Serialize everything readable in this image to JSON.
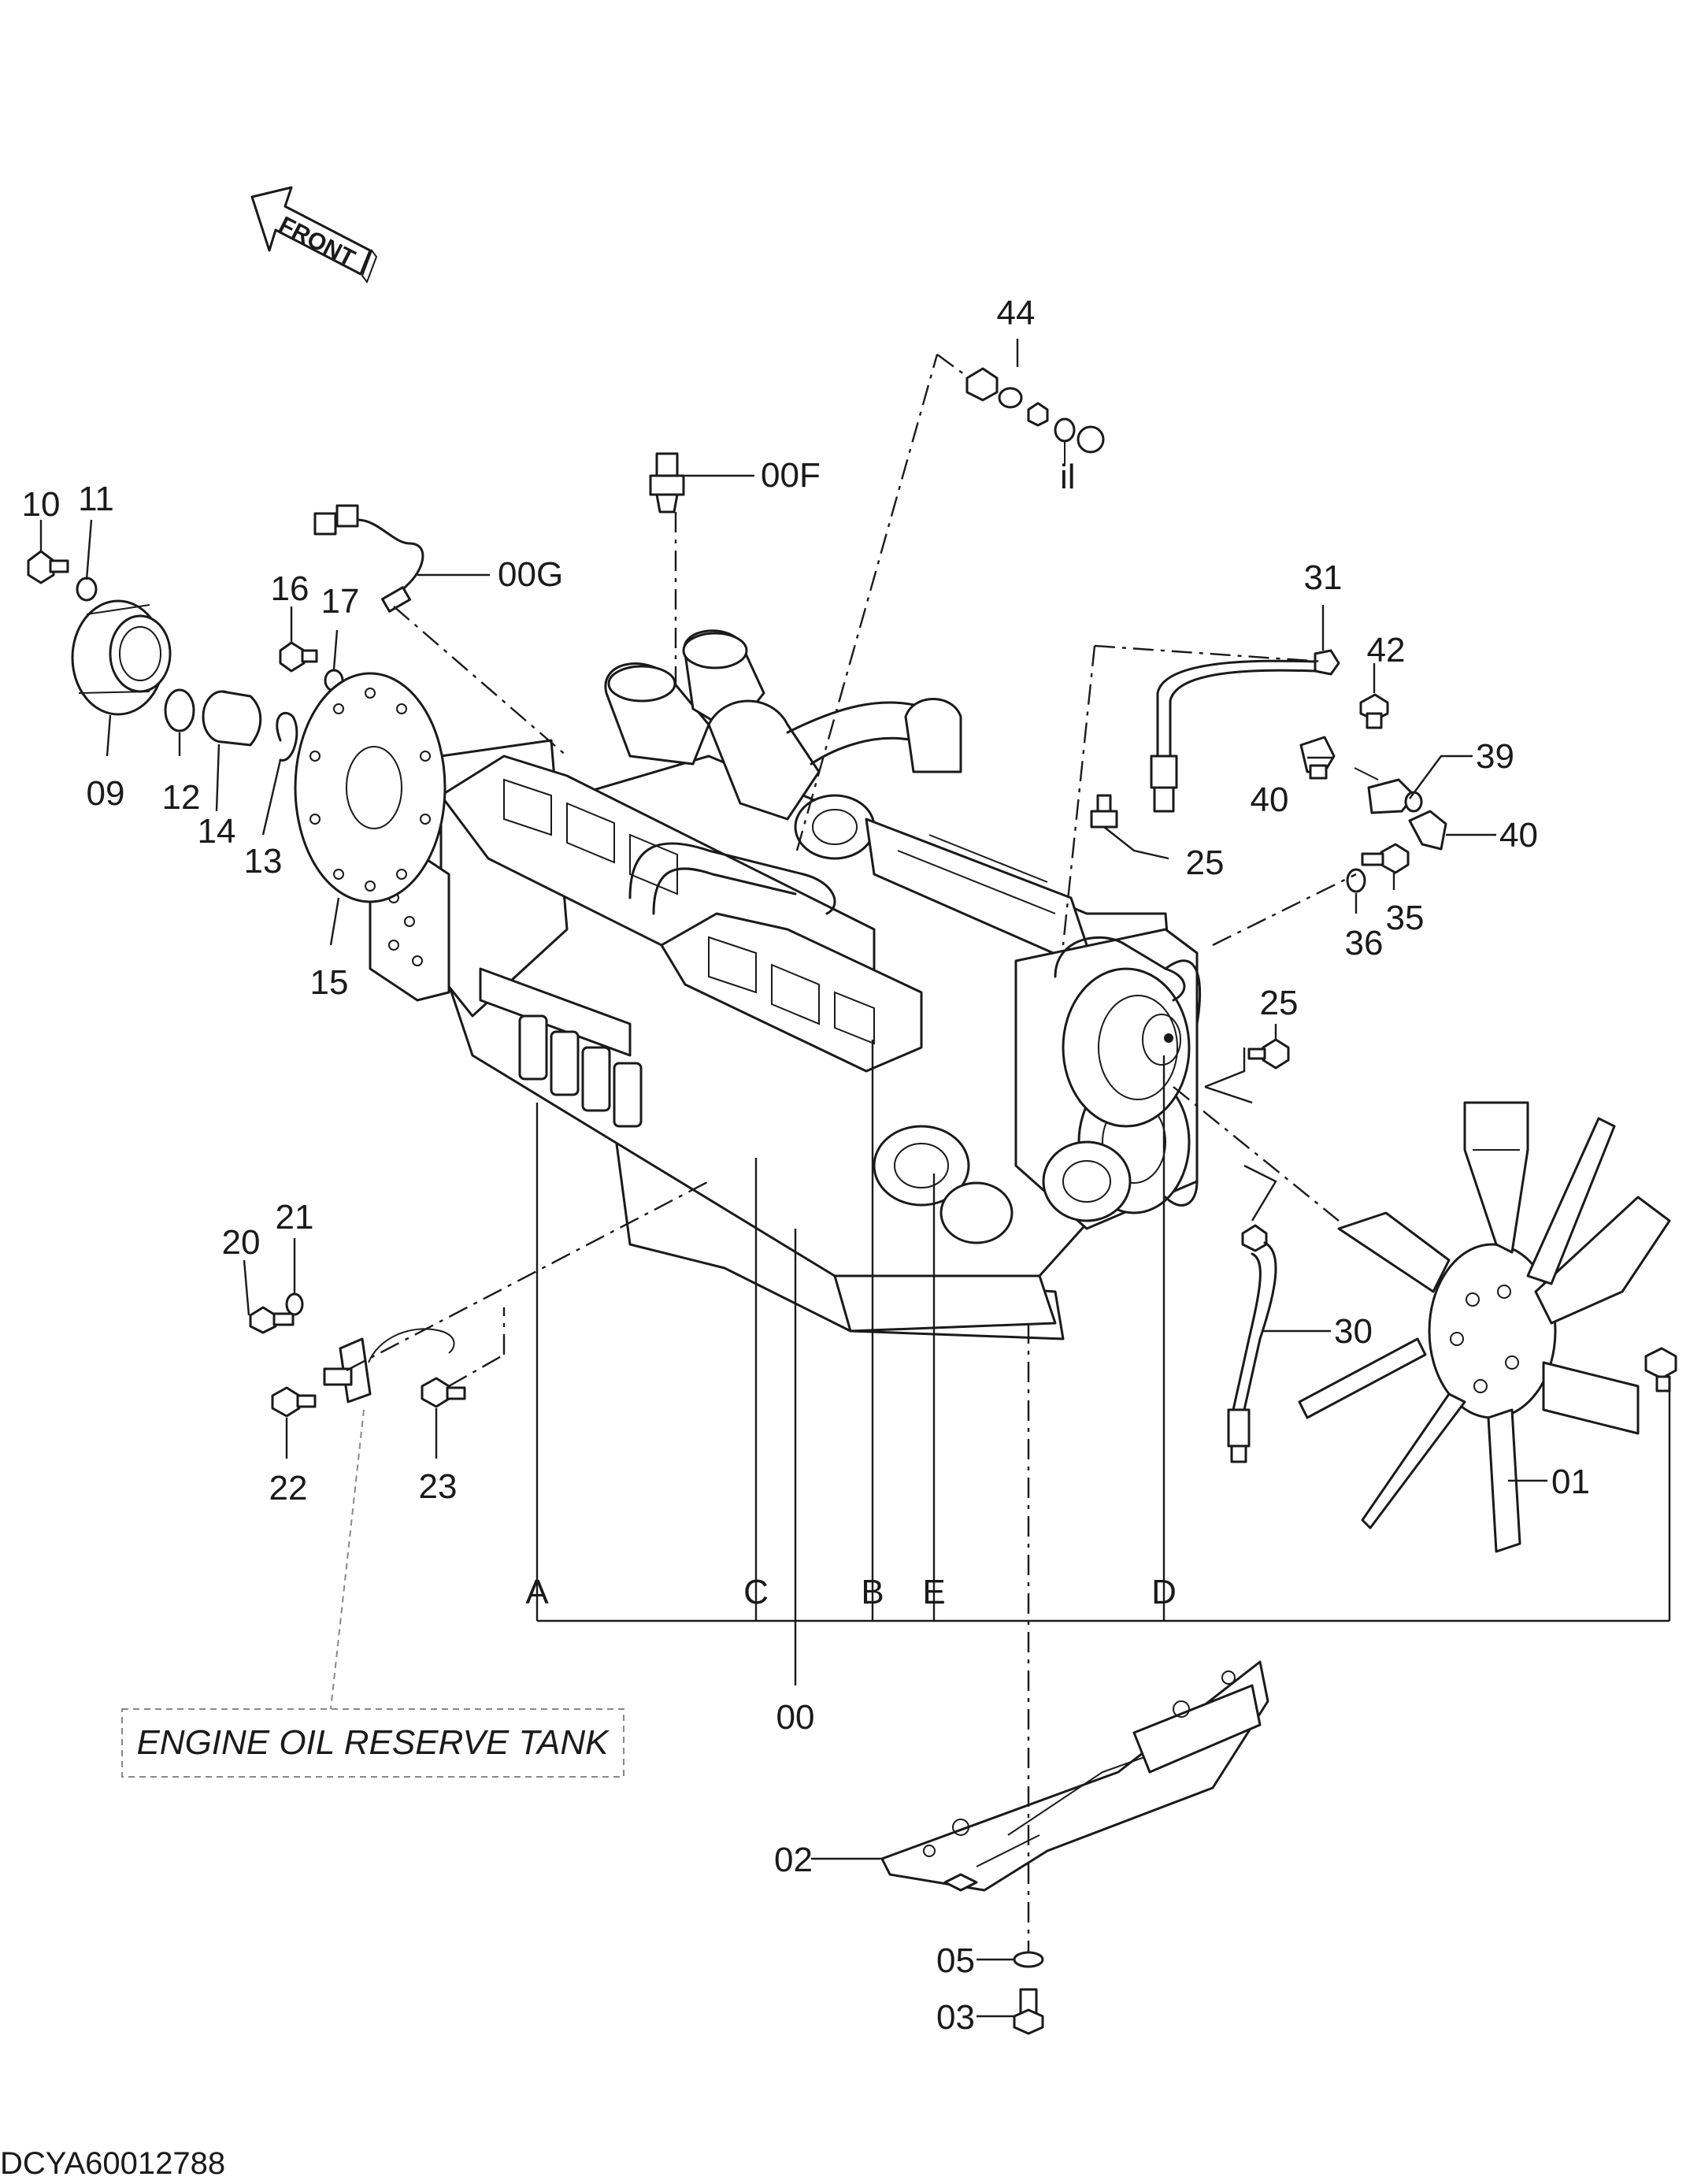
{
  "front_label": "FRONT",
  "note_label": "ENGINE OIL RESERVE TANK",
  "document_id": "DCYA60012788",
  "callouts": {
    "c10": "10",
    "c11": "11",
    "c09": "09",
    "c12": "12",
    "c14": "14",
    "c13": "13",
    "c16": "16",
    "c17": "17",
    "c15": "15",
    "c00G": "00G",
    "c00F": "00F",
    "c44": "44",
    "c31": "31",
    "c42": "42",
    "c39": "39",
    "c40a": "40",
    "c40b": "40",
    "c25a": "25",
    "c25b": "25",
    "c36": "36",
    "c35": "35",
    "c30": "30",
    "c01": "01",
    "c20": "20",
    "c21": "21",
    "c22": "22",
    "c23": "23",
    "c00": "00",
    "c02": "02",
    "c05": "05",
    "c03": "03"
  },
  "bracket_letters": {
    "A": "A",
    "C": "C",
    "B": "B",
    "E": "E",
    "D": "D"
  },
  "terminal_mark": "il"
}
